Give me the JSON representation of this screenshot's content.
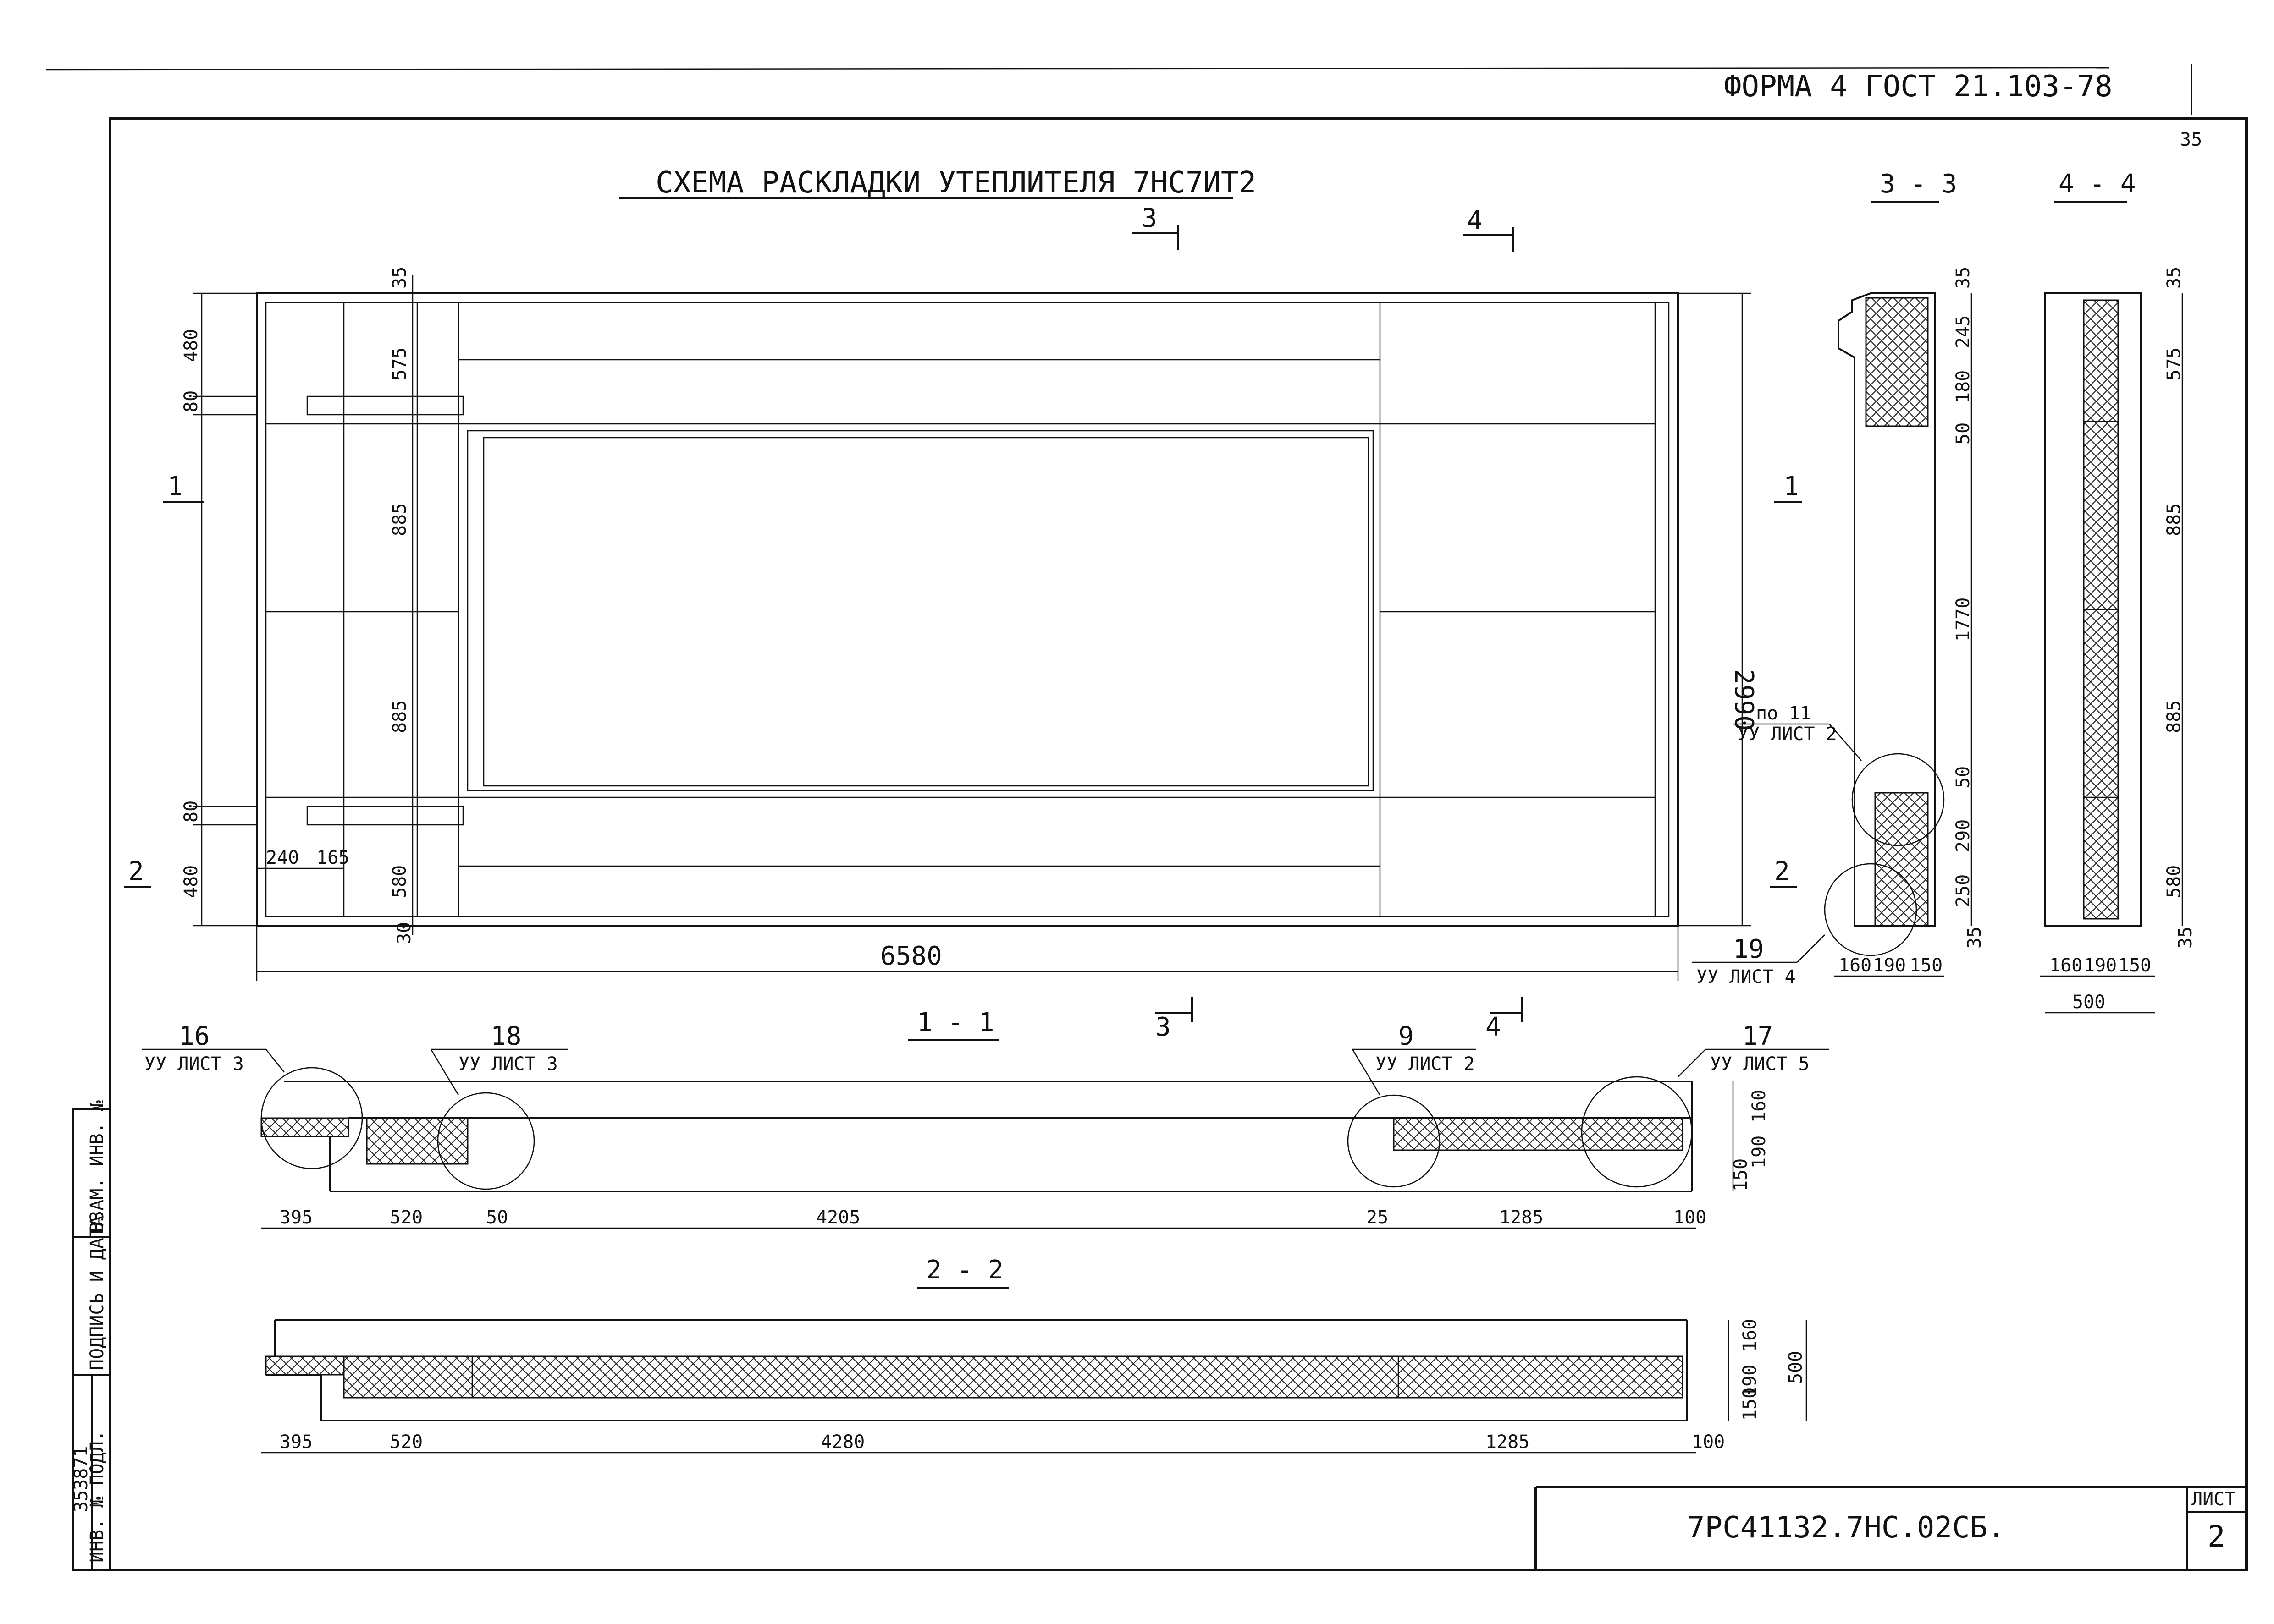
{
  "header": {
    "form_label": "ФОРМА 4  ГОСТ 21.103-78",
    "corner_number": "35"
  },
  "title": "СХЕМА РАСКЛАДКИ УТЕПЛИТЕЛЯ 7НС7ИТ2",
  "title_block": {
    "code": "7РС41132.7НС.02СБ.",
    "sheet_label": "ЛИСТ",
    "sheet_number": "2"
  },
  "left_strip": {
    "cells": [
      "ИНВ. № ПОДЛ.",
      "ПОДПИСЬ И ДАТА",
      "ВЗАМ. ИНВ. №"
    ],
    "inv_number": "353871"
  },
  "section_marks": {
    "s1": "1",
    "s2": "2",
    "s3": "3",
    "s4": "4"
  },
  "sections": {
    "s11": "1 - 1",
    "s22": "2 - 2",
    "s33": "3 - 3",
    "s44": "4 - 4"
  },
  "elevation_dims": {
    "h480_top": "480",
    "h80_top": "80",
    "h35": "35",
    "h575": "575",
    "h885a": "885",
    "h885b": "885",
    "h580": "580",
    "h30": "30",
    "h80_bot": "80",
    "h480_bot": "480",
    "w240": "240",
    "w165": "165",
    "total_width": "6580",
    "total_height": "2990"
  },
  "callouts": {
    "c19": "19",
    "c19_ref": "УУ ЛИСТ 4",
    "c11": "по 11",
    "c11_ref": "УУ ЛИСТ 2",
    "c16": "16",
    "c16_ref": "УУ ЛИСТ 3",
    "c18": "18",
    "c18_ref": "УУ ЛИСТ 3",
    "c9": "9",
    "c9_ref": "УУ ЛИСТ 2",
    "c17": "17",
    "c17_ref": "УУ ЛИСТ 5"
  },
  "s33_dims": {
    "a": "35",
    "b": "245",
    "c": "180",
    "d": "50",
    "e": "1770",
    "f": "50",
    "g": "290",
    "h": "250",
    "i": "35",
    "w1": "160",
    "w2": "190",
    "w3": "150"
  },
  "s44_dims": {
    "a": "35",
    "b": "575",
    "c": "885",
    "d": "885",
    "e": "580",
    "f": "35",
    "w1": "160",
    "w2": "190",
    "w3": "150",
    "total": "500"
  },
  "s11_dims": {
    "a": "395",
    "b": "520",
    "c": "50",
    "d": "4205",
    "e": "25",
    "f": "1285",
    "g": "100",
    "t1": "160",
    "t2": "190",
    "t3": "150"
  },
  "s22_dims": {
    "a": "395",
    "b": "520",
    "c": "4280",
    "d": "1285",
    "e": "100",
    "t1": "160",
    "t2": "190",
    "t3": "150",
    "total": "500"
  }
}
